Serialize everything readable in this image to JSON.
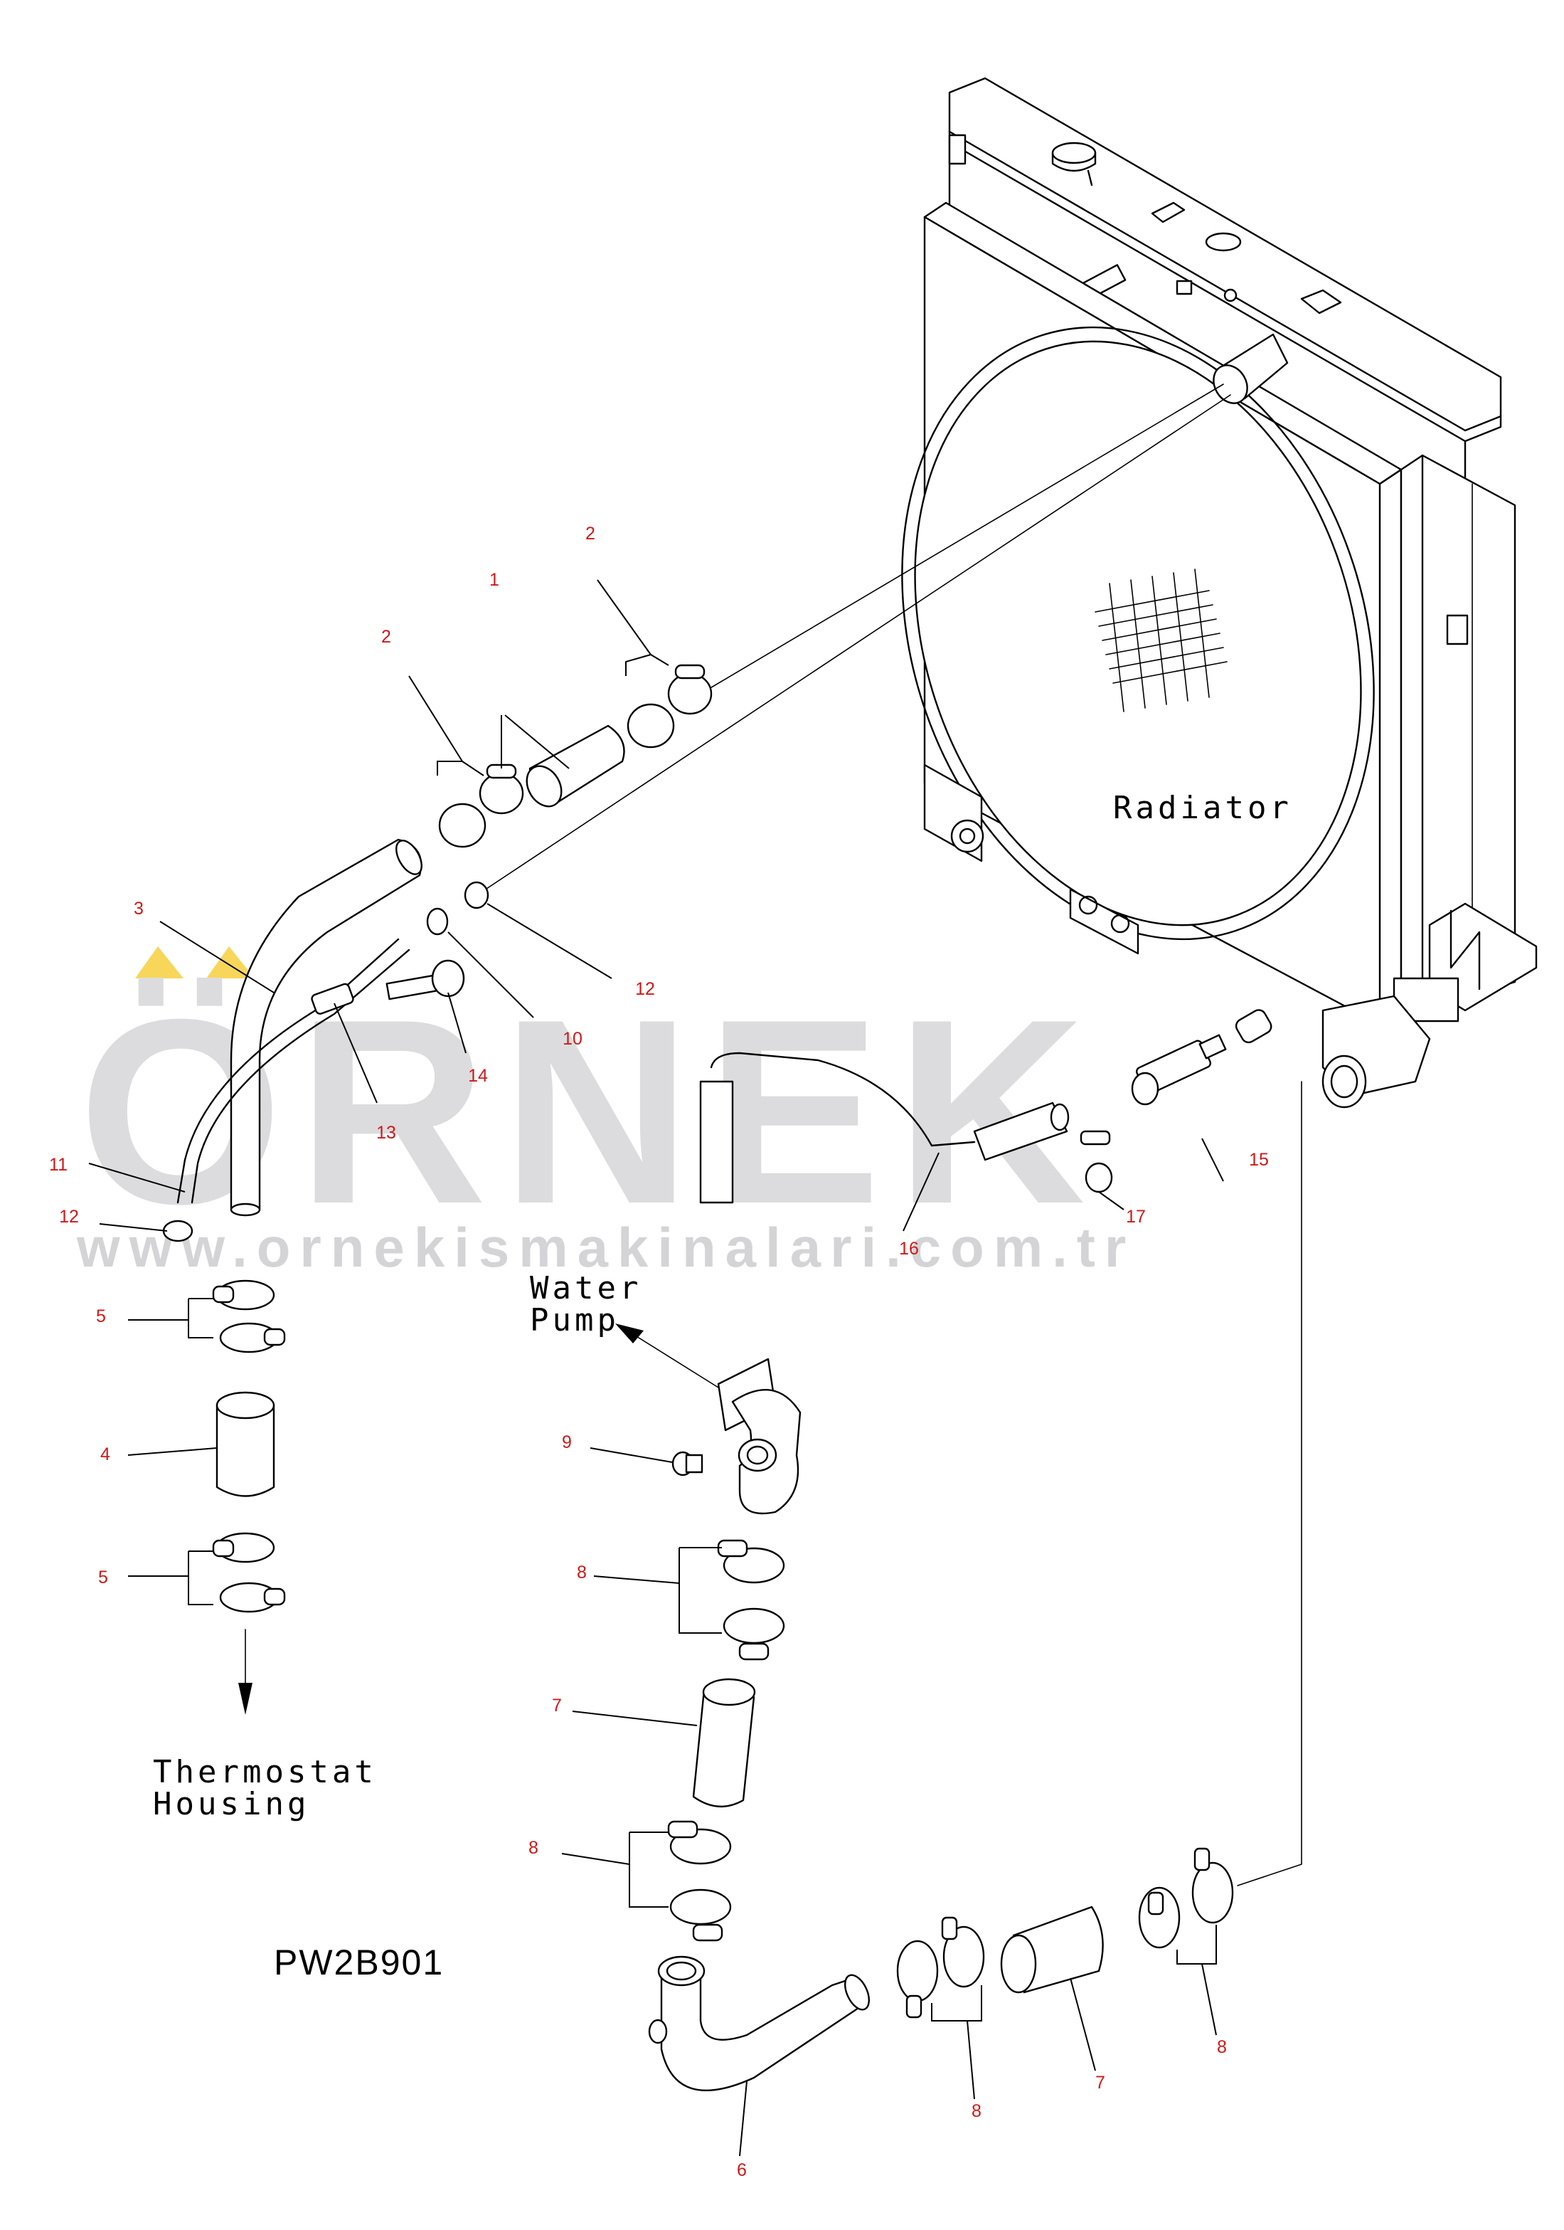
{
  "diagram_code": "PW2B901",
  "watermark": {
    "brand": "ÖRNEK",
    "url": "www.ornekismakinalari.com.tr",
    "color": "#dcdcde",
    "accent": "#f7d65a"
  },
  "labels": {
    "radiator": "Radiator",
    "water_pump_line1": "Water",
    "water_pump_line2": "Pump",
    "thermostat_line1": "Thermostat",
    "thermostat_line2": "Housing"
  },
  "callouts": {
    "c1": "1",
    "c2a": "2",
    "c2b": "2",
    "c3": "3",
    "c4": "4",
    "c5a": "5",
    "c5b": "5",
    "c6": "6",
    "c7a": "7",
    "c7b": "7",
    "c8a": "8",
    "c8b": "8",
    "c8c": "8",
    "c8d": "8",
    "c9": "9",
    "c10": "10",
    "c11": "11",
    "c12a": "12",
    "c12b": "12",
    "c13": "13",
    "c14": "14",
    "c15": "15",
    "c16": "16",
    "c17": "17"
  },
  "callout_color": "#d01818"
}
